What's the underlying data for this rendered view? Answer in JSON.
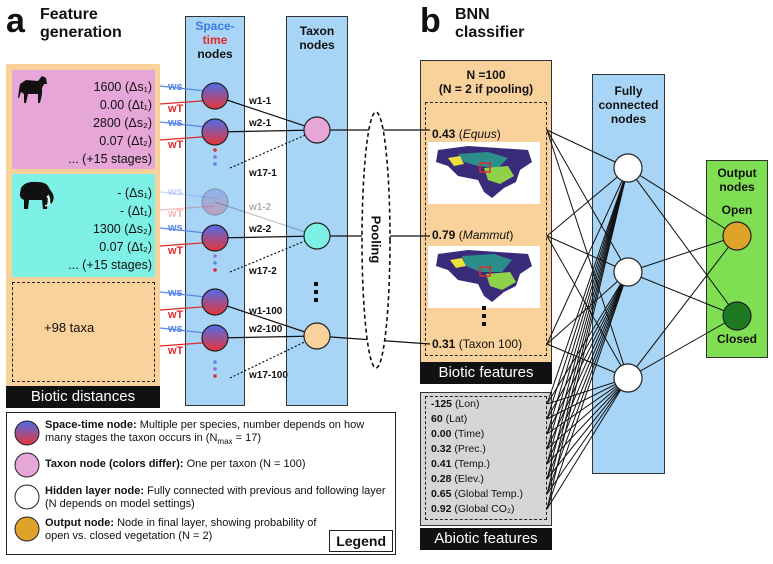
{
  "panel_a": {
    "letter": "a",
    "title_line1": "Feature",
    "title_line2": "generation"
  },
  "panel_b": {
    "letter": "b",
    "title_line1": "BNN",
    "title_line2": "classifier"
  },
  "columns": {
    "spacetime_line1a": "Space-",
    "spacetime_line2a": "time",
    "spacetime_line3": "nodes",
    "taxon_line1": "Taxon",
    "taxon_line2": "nodes",
    "fully_line1": "Fully",
    "fully_line2": "connected",
    "fully_line3": "nodes",
    "output_line1": "Output",
    "output_line2": "nodes"
  },
  "horse_rows": [
    "1600 (Δs₁)",
    "0.00 (Δt₁)",
    "2800 (Δs₂)",
    "0.07 (Δt₂)",
    "... (+15 stages)"
  ],
  "elephant_rows": [
    "- (Δs₁)",
    "- (Δt₁)",
    "1300 (Δs₂)",
    "0.07 (Δt₂)",
    "... (+15 stages)"
  ],
  "more_taxa": "+98 taxa",
  "biotic_distances": "Biotic distances",
  "weights": {
    "ws": "ws",
    "wt": "wT"
  },
  "edge_labels": [
    "w1-1",
    "w2-1",
    "w17-1",
    "w1-2",
    "w2-2",
    "w17-2",
    "w1-100",
    "w2-100",
    "w17-100"
  ],
  "pooling": "Pooling",
  "bnn_box": {
    "n_line1": "N =100",
    "n_line2": "(N = 2 if pooling)",
    "feat1_val": "0.43",
    "feat1_name": "Equus",
    "feat2_val": "0.79",
    "feat2_name": "Mammut",
    "feat3_val": "0.31",
    "feat3_name": "(Taxon 100)"
  },
  "biotic_features": "Biotic features",
  "abiotic": [
    {
      "v": "-125",
      "n": "(Lon)"
    },
    {
      "v": "60",
      "n": "(Lat)"
    },
    {
      "v": "0.00",
      "n": "(Time)"
    },
    {
      "v": "0.32",
      "n": "(Prec.)"
    },
    {
      "v": "0.41",
      "n": "(Temp.)"
    },
    {
      "v": "0.28",
      "n": "(Elev.)"
    },
    {
      "v": "0.65",
      "n": "(Global Temp.)"
    },
    {
      "v": "0.92",
      "n": "(Global CO₂)"
    }
  ],
  "abiotic_features": "Abiotic features",
  "outputs": {
    "open": "Open",
    "closed": "Closed"
  },
  "legend": {
    "title": "Legend",
    "st_bold": "Space-time node:",
    "st_text": "Multiple per species, number depends on how many stages the taxon occurs in (N",
    "st_sub": "max",
    "st_end": "= 17)",
    "tx_bold": "Taxon node (colors differ):",
    "tx_text": "One per taxon (N = 100)",
    "hd_bold": "Hidden layer node:",
    "hd_text": "Fully connected with previous and following layer (N depends on model settings)",
    "out_bold": "Output node:",
    "out_text": "Node in final layer, showing probability of open vs. closed vegetation (N = 2)"
  },
  "colors": {
    "orange": "#f8d29a",
    "pink": "#e6a6d8",
    "cyan": "#7ef1e6",
    "blue": "#a8d4f5",
    "green": "#7fdf52",
    "grey": "#d6d6d6",
    "wsblue": "#5b86e6",
    "wtred": "#e02a2a"
  }
}
